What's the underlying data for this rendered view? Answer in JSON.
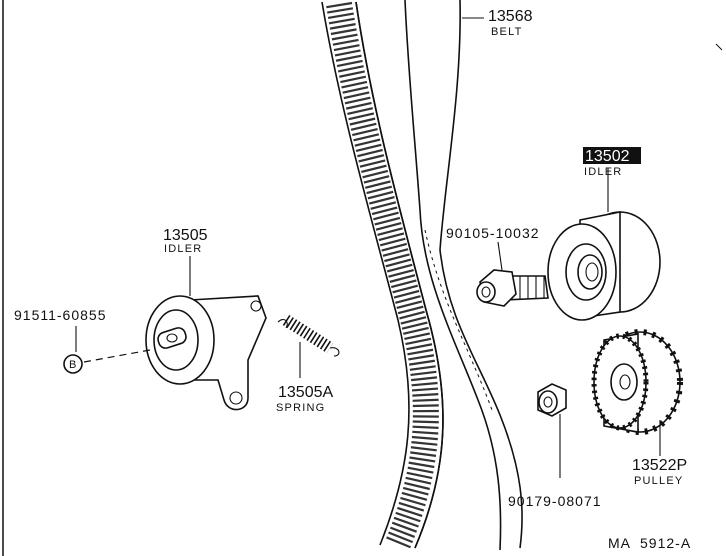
{
  "parts": {
    "belt": {
      "number": "13568",
      "name": "BELT"
    },
    "idler_top": {
      "number": "13502",
      "name": "IDLER"
    },
    "bolt": {
      "number": "90105-10032"
    },
    "idler_left": {
      "number": "13505",
      "name": "IDLER"
    },
    "bolt_b": {
      "number": "91511-60855",
      "marker": "B"
    },
    "spring": {
      "number": "13505A",
      "name": "SPRING"
    },
    "nut": {
      "number": "90179-08071"
    },
    "pulley": {
      "number": "13522P",
      "name": "PULLEY"
    }
  },
  "figure_code": "MA  5912-A",
  "colors": {
    "ink": "#111111",
    "paper": "#ffffff"
  }
}
